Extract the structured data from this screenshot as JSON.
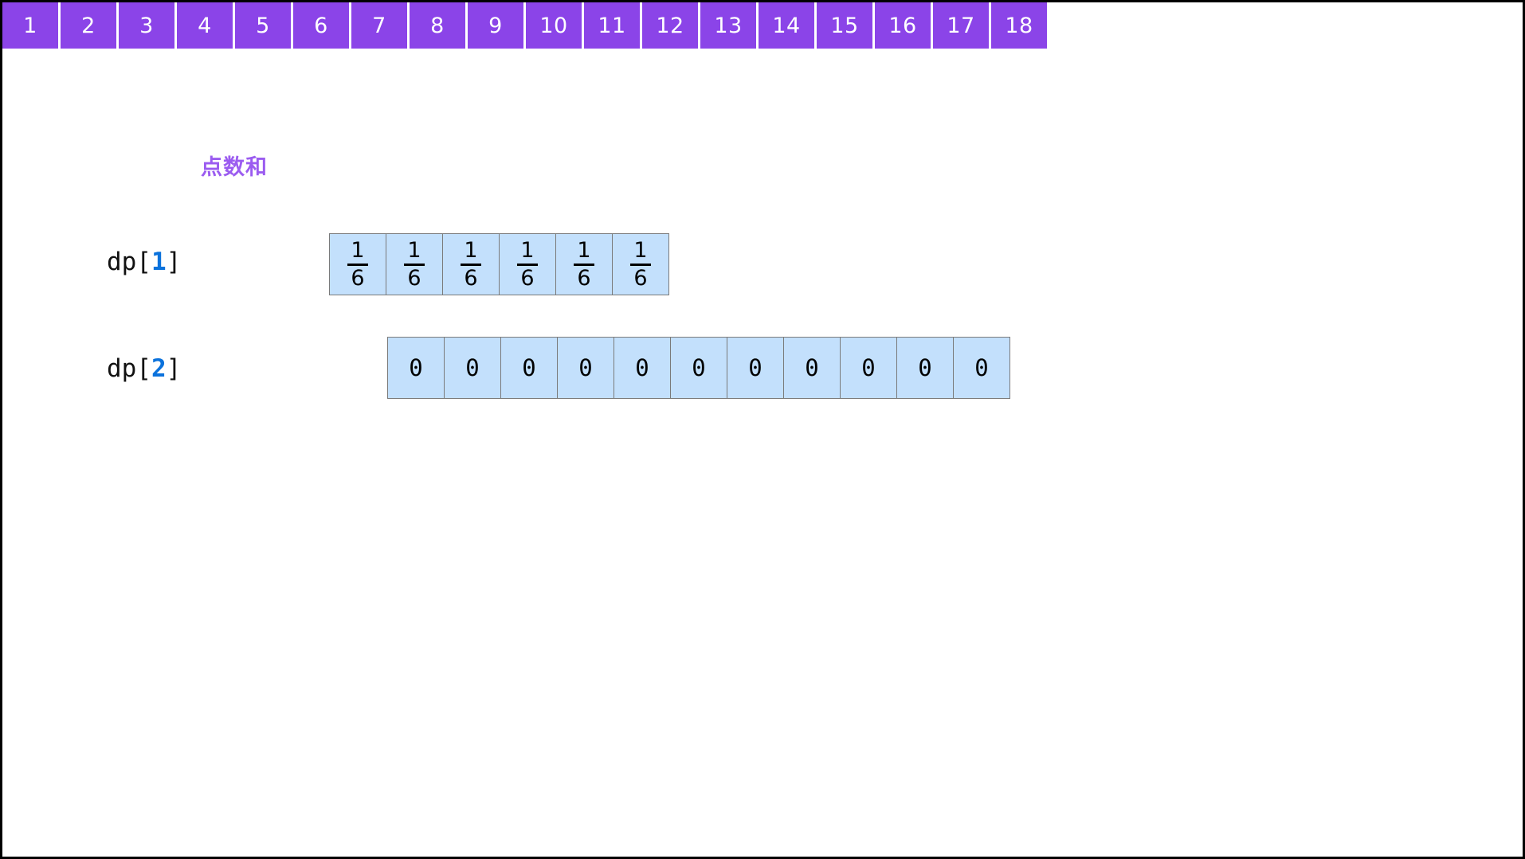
{
  "diagram": {
    "header_row": {
      "label": "点数和",
      "label_color": "#9B5CF0",
      "cell_color": "#8B44E8",
      "cells": [
        "1",
        "2",
        "3",
        "4",
        "5",
        "6",
        "7",
        "8",
        "9",
        "10",
        "11",
        "12",
        "13",
        "14",
        "15",
        "16",
        "17",
        "18"
      ]
    },
    "dp_rows": [
      {
        "name": "dp1",
        "label_prefix": "dp[",
        "label_index": "1",
        "label_suffix": "]",
        "cell_color": "#C3E0FC",
        "border_color": "#7A7A7A",
        "value_type": "fraction",
        "numerator": "1",
        "denominator": "6",
        "cells": [
          {
            "num": "1",
            "den": "6"
          },
          {
            "num": "1",
            "den": "6"
          },
          {
            "num": "1",
            "den": "6"
          },
          {
            "num": "1",
            "den": "6"
          },
          {
            "num": "1",
            "den": "6"
          },
          {
            "num": "1",
            "den": "6"
          }
        ]
      },
      {
        "name": "dp2",
        "label_prefix": "dp[",
        "label_index": "2",
        "label_suffix": "]",
        "cell_color": "#C3E0FC",
        "border_color": "#7A7A7A",
        "value_type": "scalar",
        "cells": [
          "0",
          "0",
          "0",
          "0",
          "0",
          "0",
          "0",
          "0",
          "0",
          "0",
          "0"
        ]
      }
    ],
    "index_color": "#0B72DC",
    "border_color": "#000000"
  }
}
